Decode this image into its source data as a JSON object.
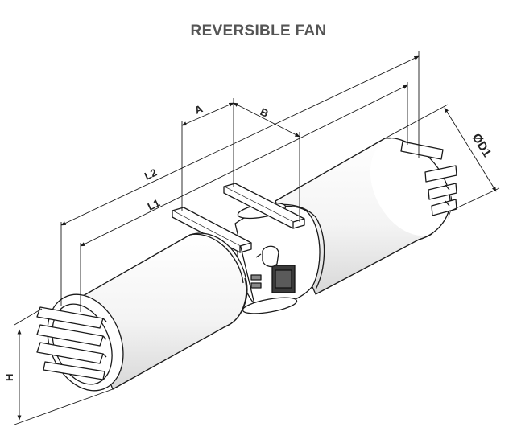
{
  "title": "REVERSIBLE FAN",
  "dimensions": {
    "a": "A",
    "b": "B",
    "l1": "L1",
    "l2": "L2",
    "d1": "ØD1",
    "h": "H"
  },
  "colors": {
    "line": "#1a1a1a",
    "title": "#555555",
    "shade": "#d9d9d9",
    "dark": "#3a3a3a"
  }
}
